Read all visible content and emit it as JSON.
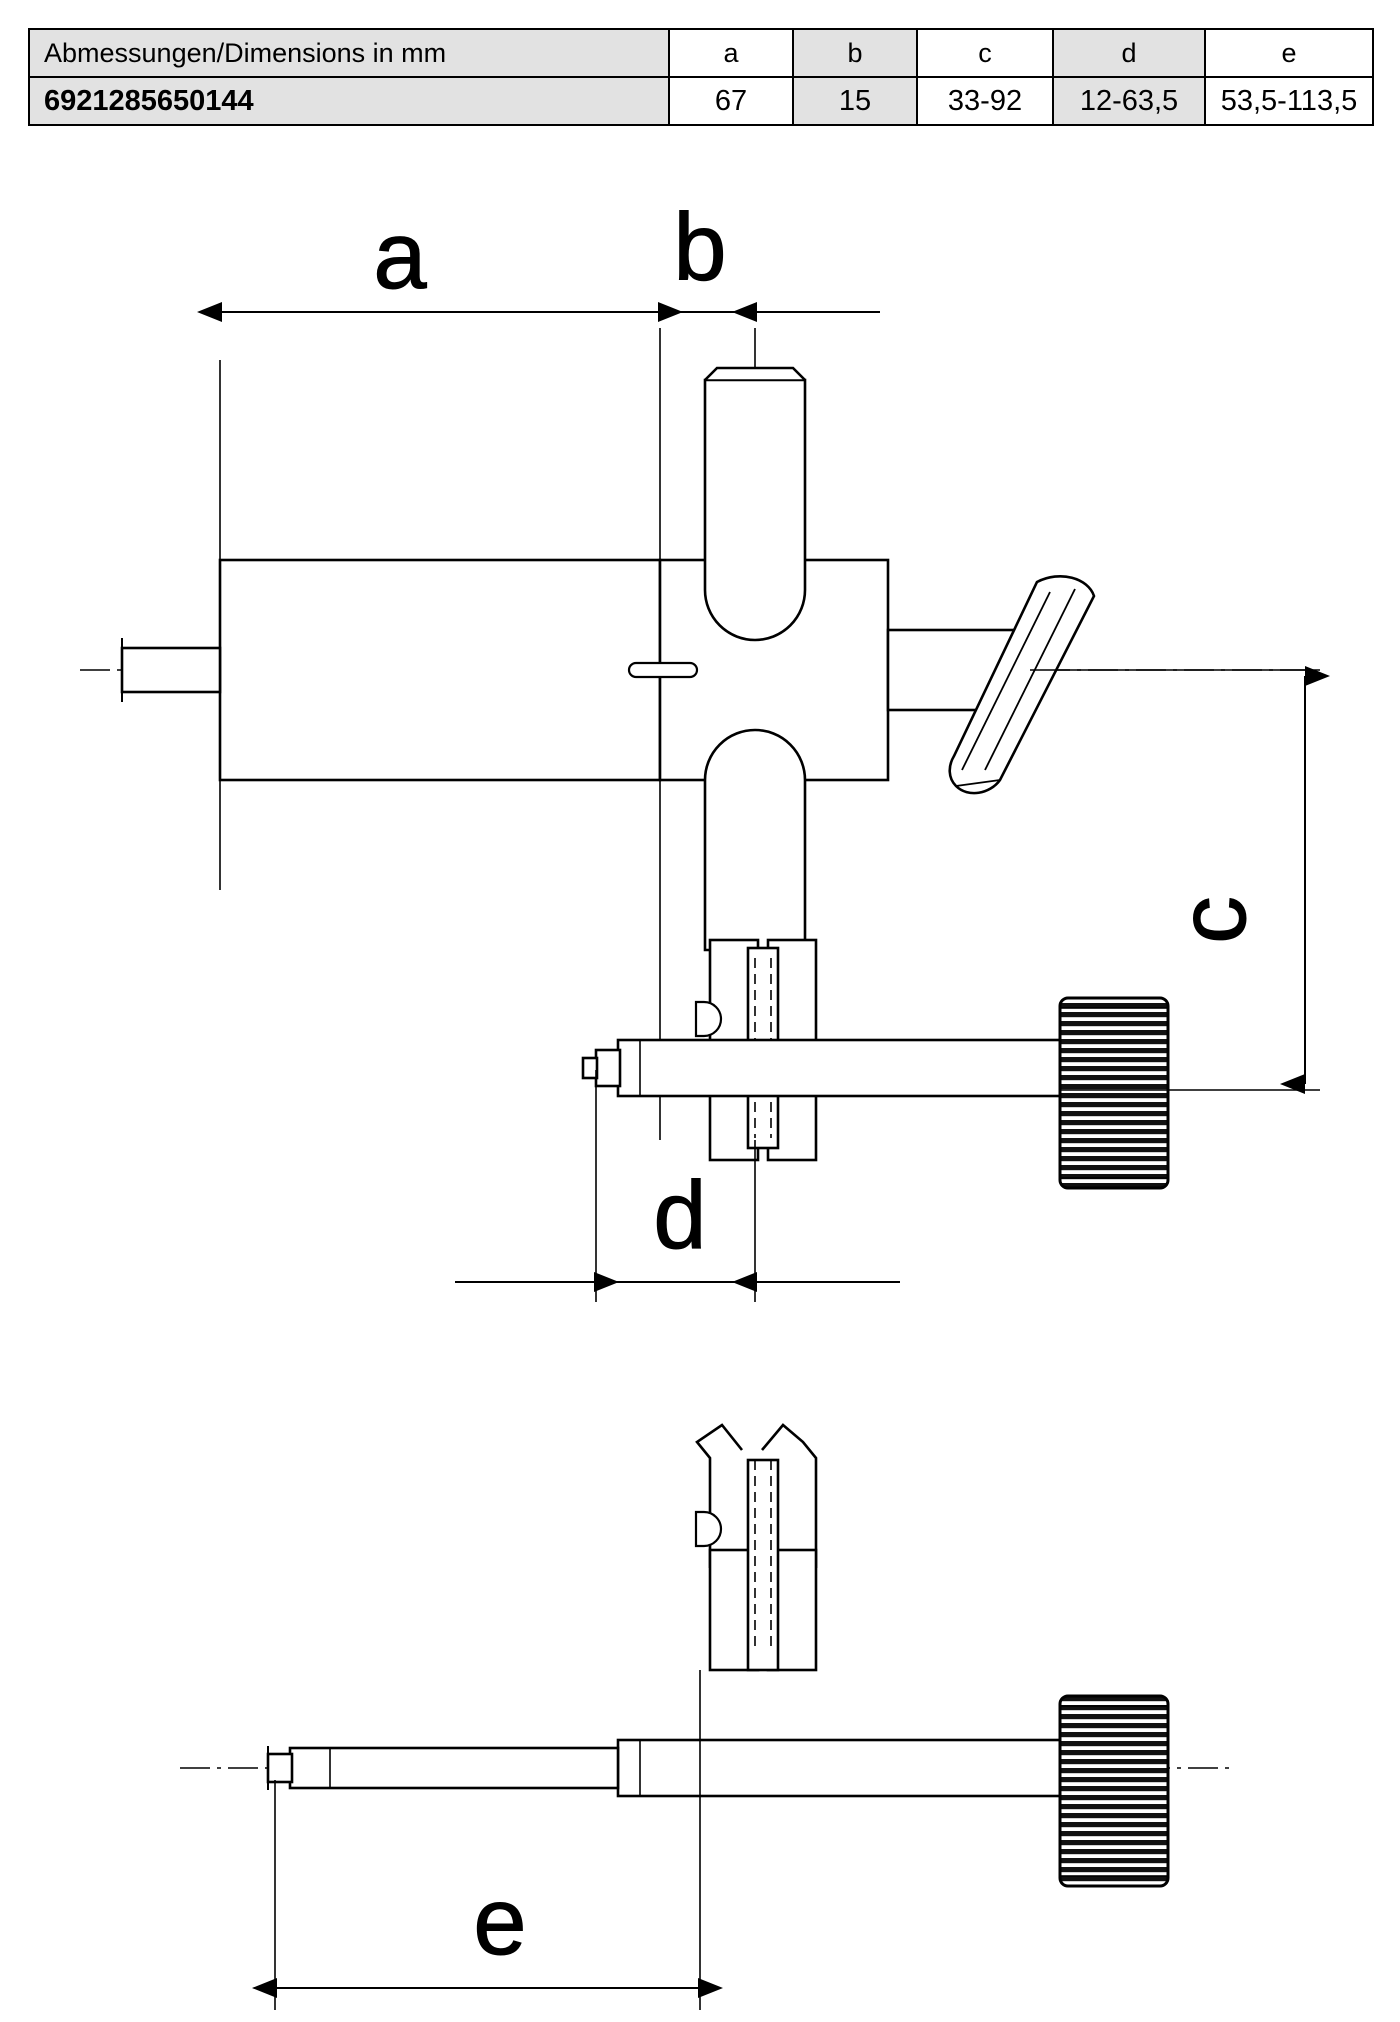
{
  "table": {
    "columns": [
      "Abmessungen/Dimensions in mm",
      "a",
      "b",
      "c",
      "d",
      "e"
    ],
    "header": {
      "name": "Abmessungen/Dimensions in mm",
      "a": "a",
      "b": "b",
      "c": "c",
      "d": "d",
      "e": "e"
    },
    "row": {
      "part_number": "6921285650144",
      "a": "67",
      "b": "15",
      "c": "33-92",
      "d": "12-63,5",
      "e": "53,5-113,5"
    }
  },
  "drawing": {
    "dimension_labels": {
      "a": "a",
      "b": "b",
      "c": "c",
      "d": "d",
      "e": "e"
    },
    "views": {
      "main": "clamp-assembly-side-view",
      "detail": "spindle-detail-view"
    },
    "colors": {
      "line": "#000000",
      "fill": "#ffffff",
      "table_shade": "#e2e2e2"
    }
  }
}
